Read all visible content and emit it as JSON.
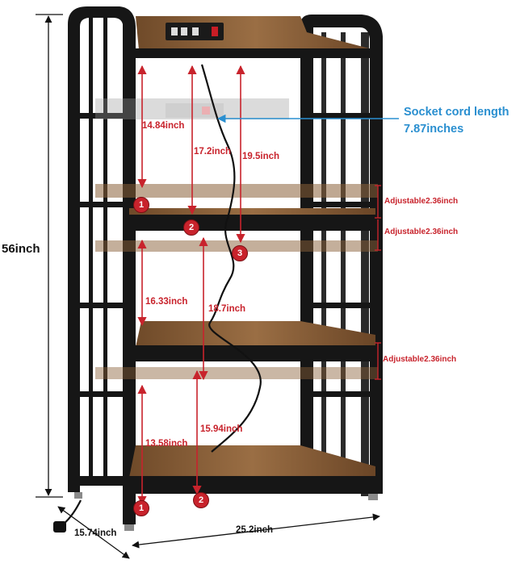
{
  "labels": {
    "total_height": "56inch",
    "depth": "15.74inch",
    "width": "25.2inch",
    "h1": "14.84inch",
    "h2": "17.2inch",
    "h3": "19.5inch",
    "h4": "16.33inch",
    "h5": "18.7inch",
    "h6": "13.58inch",
    "h7": "15.94inch",
    "adj1": "Adjustable2.36inch",
    "adj2": "Adjustable2.36inch",
    "adj3": "Adjustable2.36inch",
    "socket_line1": "Socket cord length",
    "socket_line2": "7.87inches"
  },
  "badges": {
    "b1": "1",
    "b2": "2",
    "b3": "3",
    "b4": "1",
    "b5": "2"
  },
  "colors": {
    "frame": "#161616",
    "wood": "#8a6038",
    "wood_dark": "#5e3f22",
    "annotation": "#c8232c",
    "callout": "#2a8fd0"
  }
}
